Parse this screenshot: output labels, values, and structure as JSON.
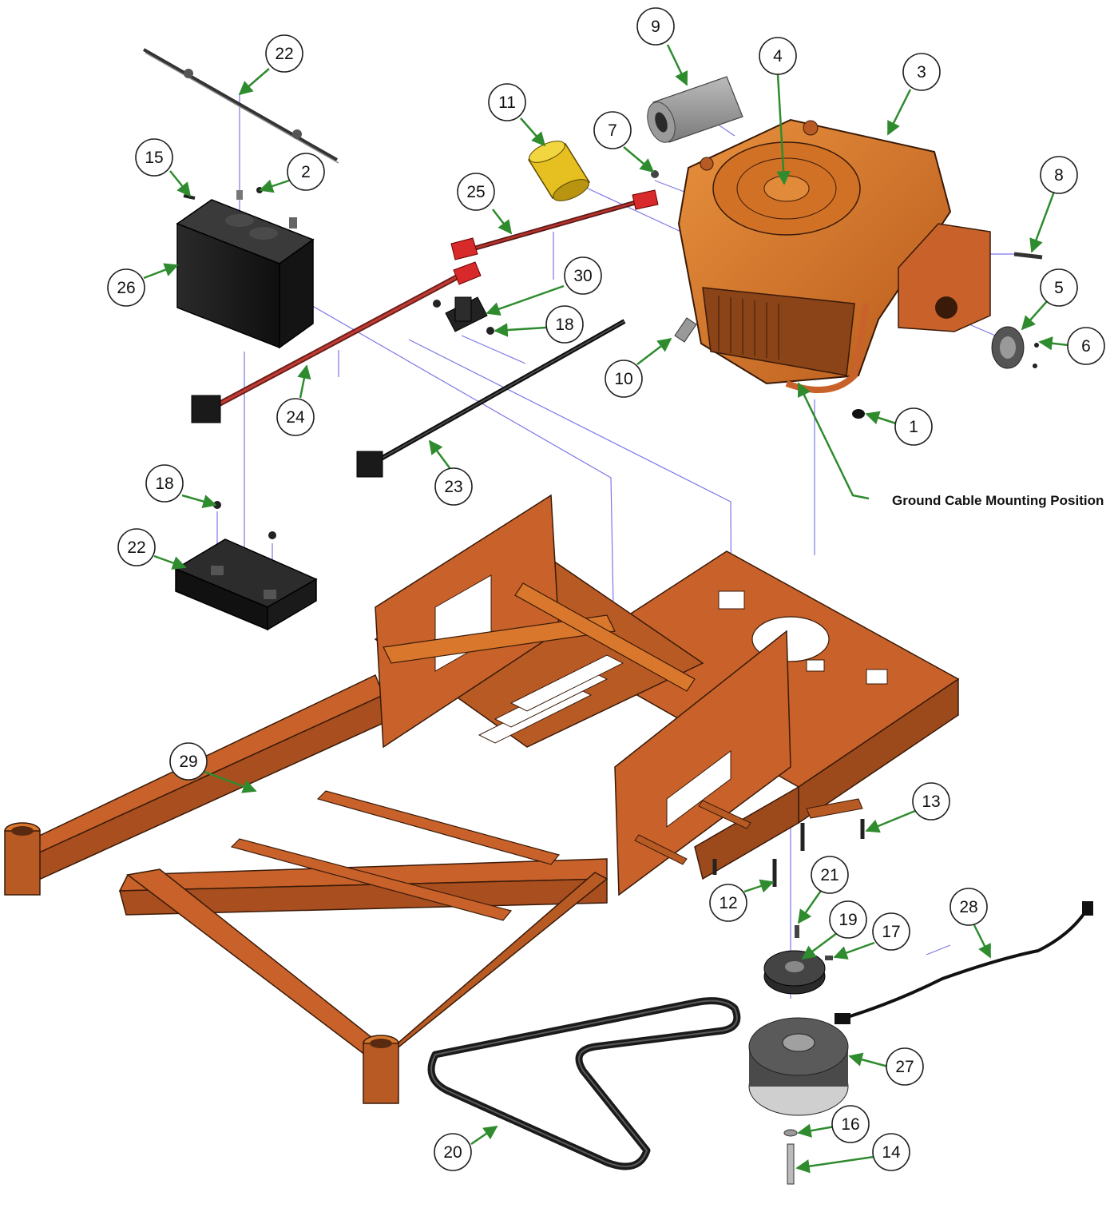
{
  "colors": {
    "engine_orange": "#d9782c",
    "frame_orange": "#c8622a",
    "leader_green": "#2e8b2e",
    "guide_blue": "#7b78e6",
    "battery_black": "#1e1e1e",
    "cable_red": "#b8322c"
  },
  "note": {
    "text": "Ground Cable Mounting Position"
  },
  "callouts": [
    {
      "id": "c22a",
      "number": "22",
      "part": "battery-hold-down-rod"
    },
    {
      "id": "c15",
      "number": "15",
      "part": "bolt"
    },
    {
      "id": "c2",
      "number": "2",
      "part": "nut"
    },
    {
      "id": "c26",
      "number": "26",
      "part": "battery"
    },
    {
      "id": "c24",
      "number": "24",
      "part": "positive-battery-cable"
    },
    {
      "id": "c18a",
      "number": "18",
      "part": "screw"
    },
    {
      "id": "c22b",
      "number": "22",
      "part": "battery-tray"
    },
    {
      "id": "c11",
      "number": "11",
      "part": "oil-filter"
    },
    {
      "id": "c25",
      "number": "25",
      "part": "starter-cable"
    },
    {
      "id": "c30",
      "number": "30",
      "part": "solenoid"
    },
    {
      "id": "c18b",
      "number": "18",
      "part": "screw"
    },
    {
      "id": "c23",
      "number": "23",
      "part": "ground-cable"
    },
    {
      "id": "c9",
      "number": "9",
      "part": "air-filter"
    },
    {
      "id": "c7",
      "number": "7",
      "part": "nut"
    },
    {
      "id": "c4",
      "number": "4",
      "part": "engine-cover"
    },
    {
      "id": "c3",
      "number": "3",
      "part": "engine"
    },
    {
      "id": "c8",
      "number": "8",
      "part": "spark-plug"
    },
    {
      "id": "c5",
      "number": "5",
      "part": "muffler-guard"
    },
    {
      "id": "c6",
      "number": "6",
      "part": "screw"
    },
    {
      "id": "c10",
      "number": "10",
      "part": "fuel-filter"
    },
    {
      "id": "c1",
      "number": "1",
      "part": "plug"
    },
    {
      "id": "c29",
      "number": "29",
      "part": "frame"
    },
    {
      "id": "c13",
      "number": "13",
      "part": "bolt"
    },
    {
      "id": "c12",
      "number": "12",
      "part": "bolt"
    },
    {
      "id": "c21",
      "number": "21",
      "part": "key"
    },
    {
      "id": "c19",
      "number": "19",
      "part": "pulley"
    },
    {
      "id": "c17",
      "number": "17",
      "part": "set-screw"
    },
    {
      "id": "c28",
      "number": "28",
      "part": "clutch-harness"
    },
    {
      "id": "c27",
      "number": "27",
      "part": "electric-clutch"
    },
    {
      "id": "c20",
      "number": "20",
      "part": "belt"
    },
    {
      "id": "c16",
      "number": "16",
      "part": "washer"
    },
    {
      "id": "c14",
      "number": "14",
      "part": "clutch-bolt"
    }
  ]
}
